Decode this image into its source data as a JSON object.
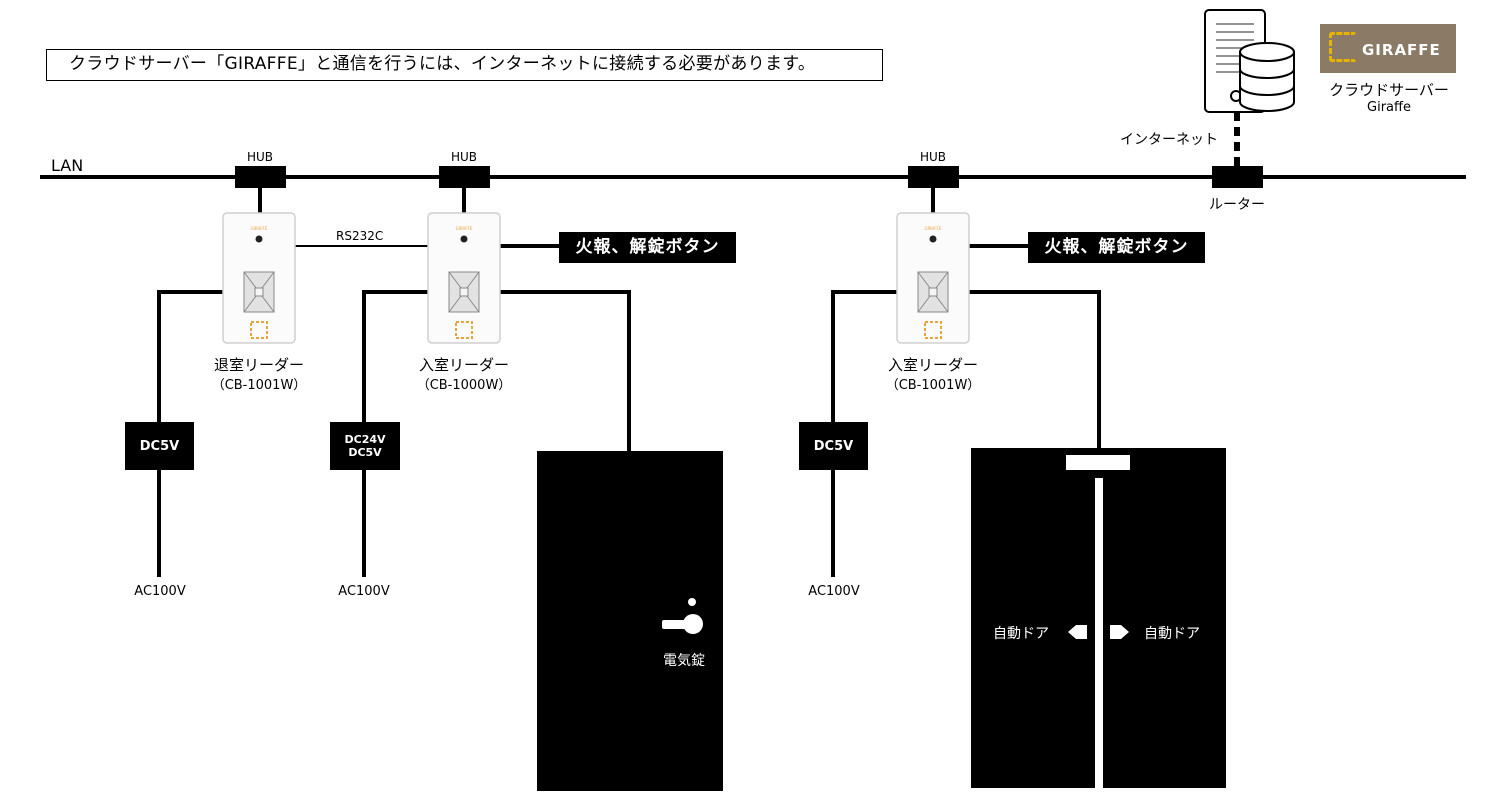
{
  "notice": "クラウドサーバー「GIRAFFE」と通信を行うには、インターネットに接続する必要があります。",
  "network": {
    "lan_label": "LAN",
    "hub_label": "HUB",
    "router_label": "ルーター",
    "internet_label": "インターネット",
    "rs232c_label": "RS232C"
  },
  "cloud_server": {
    "logo_text": "GIRAFFE",
    "title": "クラウドサーバー",
    "subtitle": "Giraffe"
  },
  "readers": [
    {
      "name": "退室リーダー",
      "model": "（CB-1001W）"
    },
    {
      "name": "入室リーダー",
      "model": "（CB-1000W）"
    },
    {
      "name": "入室リーダー",
      "model": "（CB-1001W）"
    }
  ],
  "reader_brand": "GIRAFFE",
  "power_supplies": [
    {
      "lines": [
        "DC5V"
      ],
      "input": "AC100V"
    },
    {
      "lines": [
        "DC24V",
        "DC5V"
      ],
      "input": "AC100V"
    },
    {
      "lines": [
        "DC5V"
      ],
      "input": "AC100V"
    }
  ],
  "fire_buttons": [
    "火報、解錠ボタン",
    "火報、解錠ボタン"
  ],
  "electric_lock_label": "電気錠",
  "auto_door_labels": [
    "自動ドア",
    "自動ドア"
  ],
  "colors": {
    "line": "#000000",
    "logo_bg": "#8a7a66",
    "logo_accent": "#e6b400",
    "reader_accent": "#e8a33a"
  }
}
